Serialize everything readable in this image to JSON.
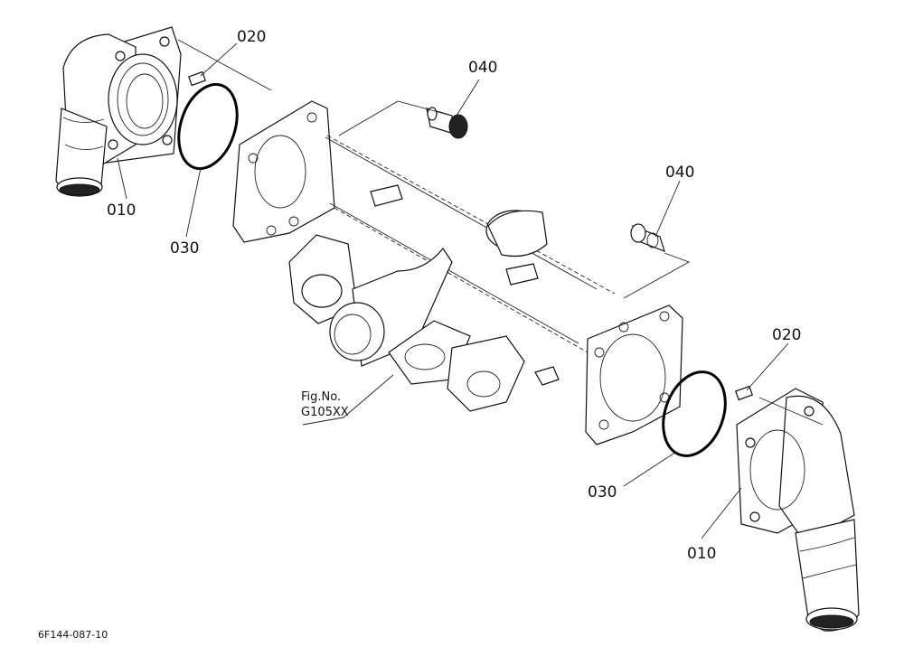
{
  "callouts": {
    "elbow_left": "010",
    "pin_left": "020",
    "oring_left": "030",
    "bolt_upper": "040",
    "bolt_lower": "040",
    "pin_right": "020",
    "oring_right": "030",
    "elbow_right": "010"
  },
  "figure_ref": {
    "line1": "Fig.No.",
    "line2": "G105XX"
  },
  "drawing_code": "6F144-087-10"
}
